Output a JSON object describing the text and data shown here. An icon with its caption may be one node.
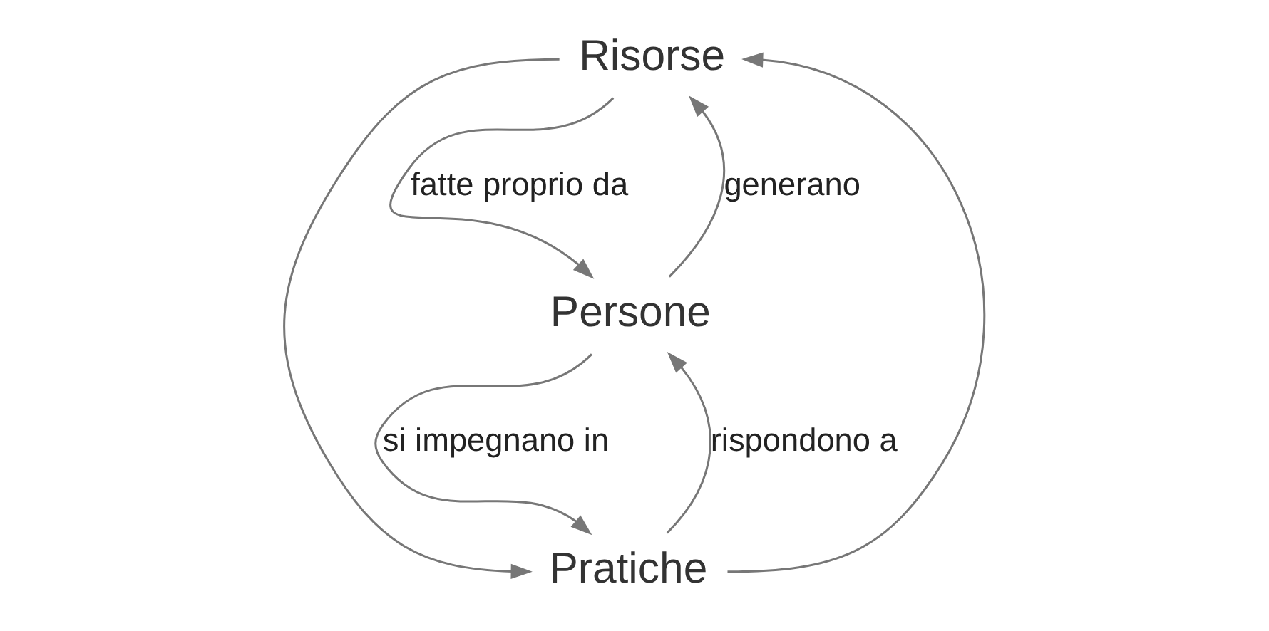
{
  "diagram": {
    "nodes": [
      {
        "text": [
          "Risorse"
        ]
      },
      {
        "text": [
          "Persone"
        ]
      },
      {
        "text": [
          "Pratiche"
        ]
      }
    ],
    "edges": [
      {
        "from": 0,
        "to": 1,
        "arrow": "to",
        "label": "fatte proprio da"
      },
      {
        "from": 1,
        "to": 0,
        "arrow": "to",
        "label": "generano"
      },
      {
        "from": 1,
        "to": 2,
        "arrow": "to",
        "label": "si impegnano in"
      },
      {
        "from": 2,
        "to": 1,
        "arrow": "to",
        "label": "rispondono a"
      },
      {
        "from": 0,
        "to": 2,
        "arrow": "to"
      },
      {
        "from": 2,
        "to": 0,
        "arrow": "to"
      }
    ]
  }
}
